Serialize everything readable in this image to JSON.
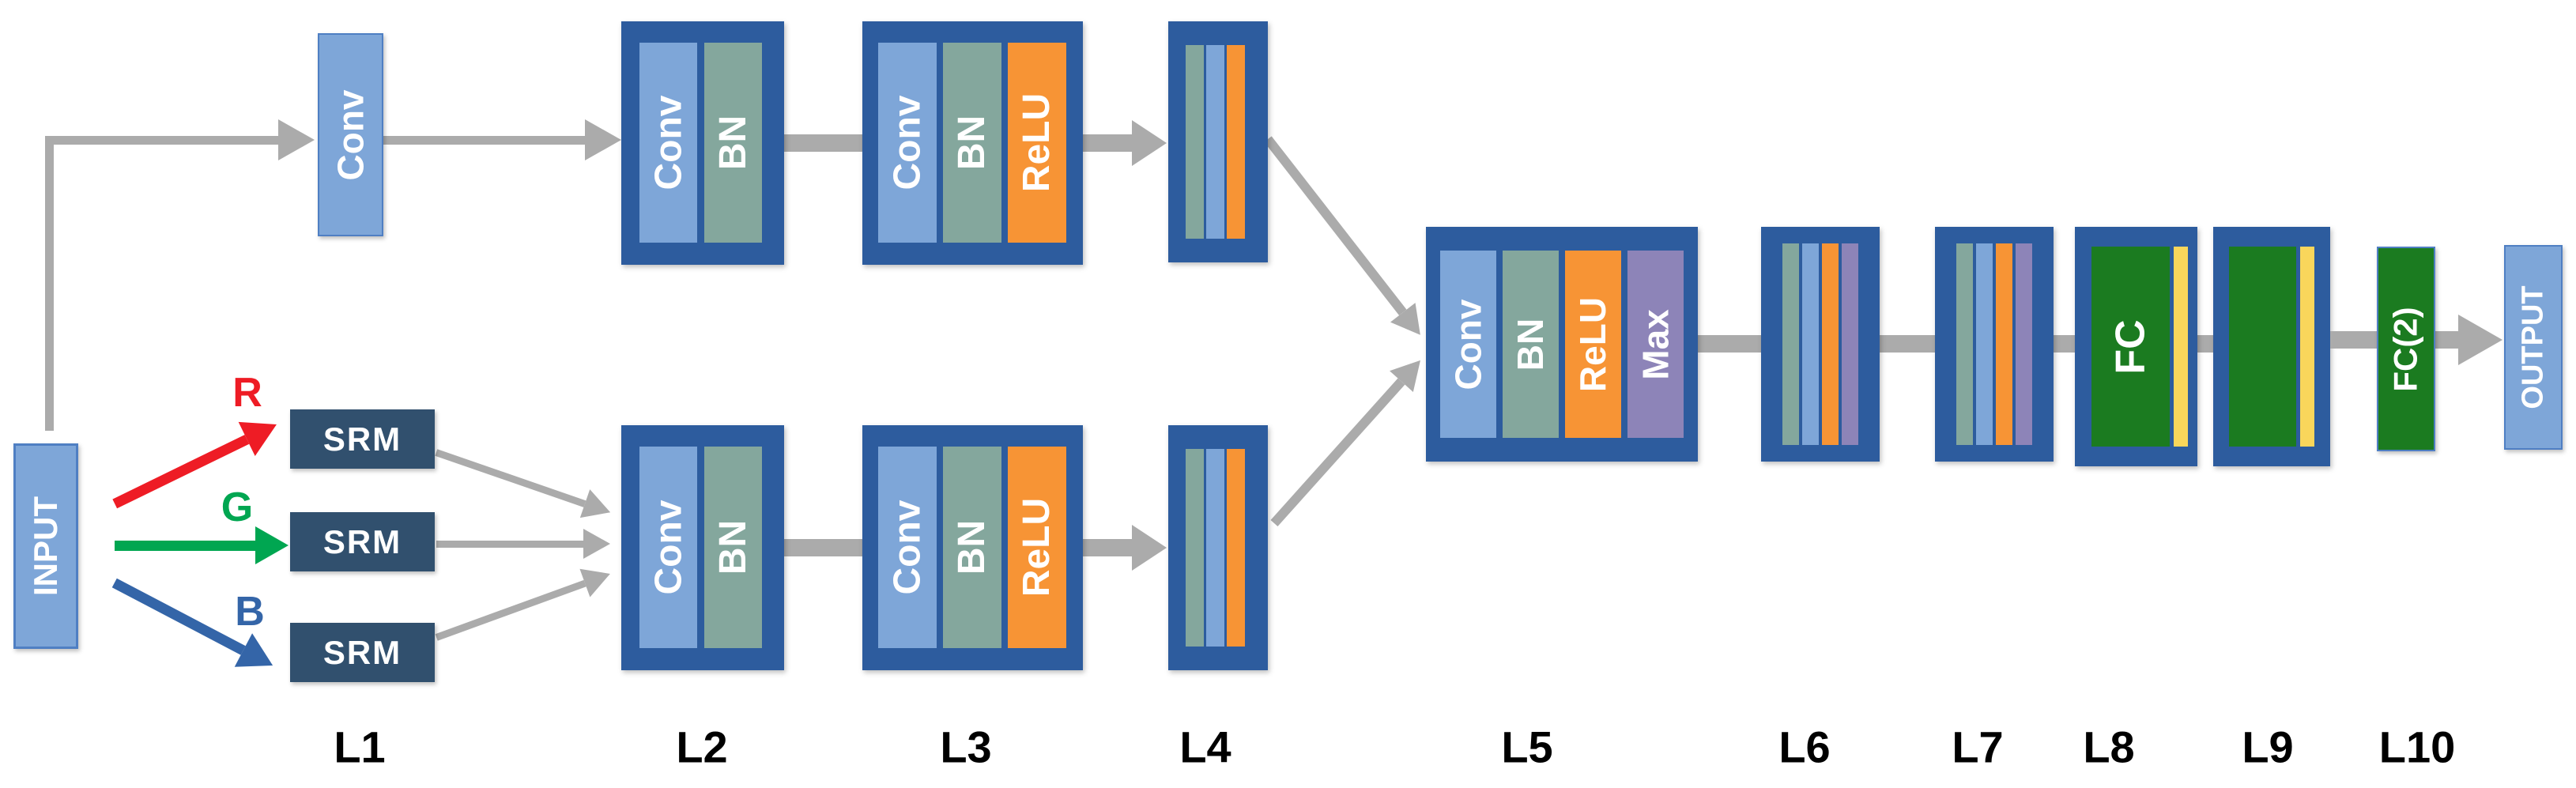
{
  "colors": {
    "block_blue": "#2d5c9e",
    "conv_blue": "#7ea6d8",
    "io_border": "#4f7fc3",
    "bn_green": "#84a79d",
    "relu_orange": "#f79435",
    "max_purple": "#8d84b8",
    "srm_navy": "#31506e",
    "fc_green": "#1b7b20",
    "fc_yellow": "#f9d65b",
    "arrow_gray": "#ababab",
    "r_red": "#ee1c25",
    "g_green": "#00a651",
    "b_blue": "#3465a8",
    "label_black": "#000000"
  },
  "input": {
    "label": "INPUT"
  },
  "output": {
    "label": "OUTPUT"
  },
  "channels": {
    "r": "R",
    "g": "G",
    "b": "B"
  },
  "srm_label": "SRM",
  "ops": {
    "conv": "Conv",
    "bn": "BN",
    "relu": "ReLU",
    "max": "Max",
    "fc": "FC",
    "fc2": "FC(2)"
  },
  "layer_labels": [
    "L1",
    "L2",
    "L3",
    "L4",
    "L5",
    "L6",
    "L7",
    "L8",
    "L9",
    "L10"
  ]
}
